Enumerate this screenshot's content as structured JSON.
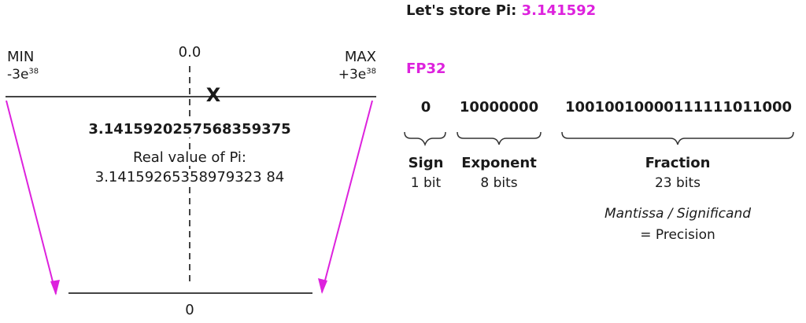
{
  "number_line": {
    "min_label": "MIN",
    "min_value": "-3e",
    "min_exp": "38",
    "max_label": "MAX",
    "max_value": "+3e",
    "max_exp": "38",
    "zero_top": "0.0",
    "marker": "X",
    "stored_value": "3.1415920257568359375",
    "real_label": "Real value of Pi:",
    "real_value": "3.14159265358979323 84",
    "zero_bottom": "0"
  },
  "header": {
    "prefix": "Let's store Pi:",
    "value": "3.141592"
  },
  "format": "FP32",
  "bits": {
    "sign": {
      "value": "0",
      "label": "Sign",
      "size": "1 bit"
    },
    "exponent": {
      "value": "10000000",
      "label": "Exponent",
      "size": "8 bits"
    },
    "fraction": {
      "value": "10010010000111111011000",
      "label": "Fraction",
      "size": "23 bits"
    }
  },
  "mantissa_note": "Mantissa / Significand",
  "precision_note": "= Precision",
  "colors": {
    "accent": "#dd22dd",
    "line": "#333333"
  }
}
